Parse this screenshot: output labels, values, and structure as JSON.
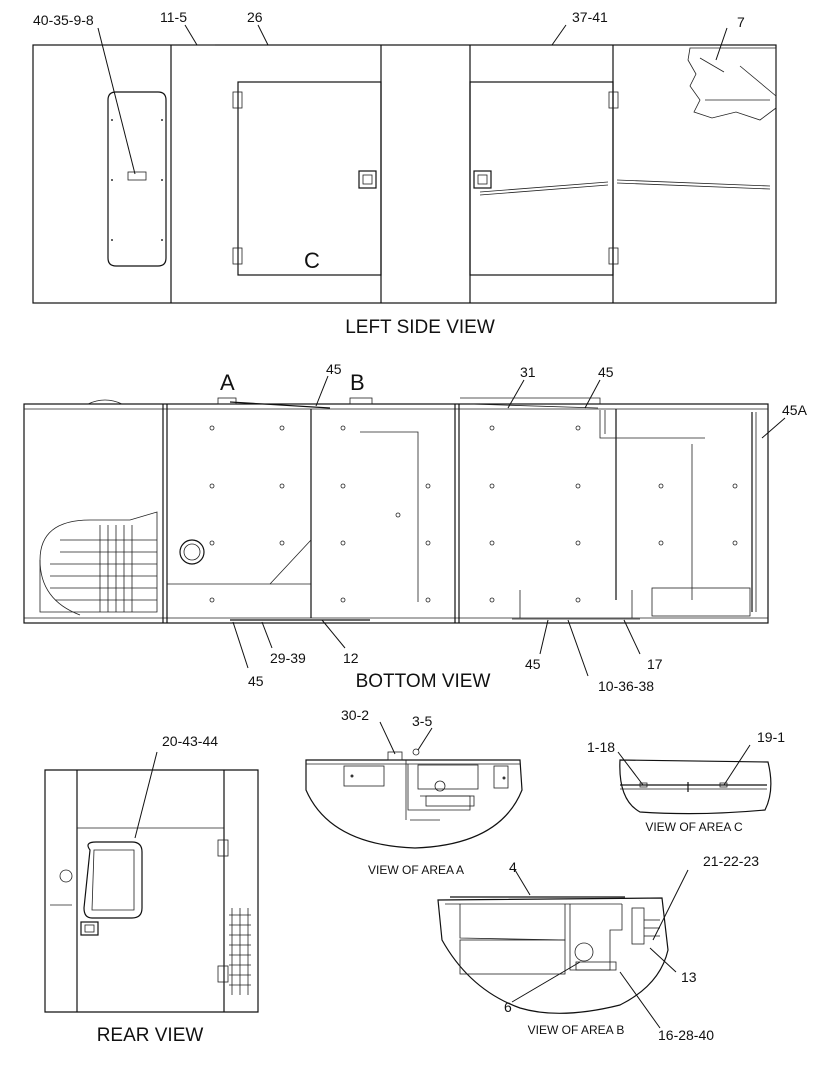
{
  "views": {
    "left_side": {
      "title": "LEFT SIDE VIEW",
      "callouts": [
        "40-35-9-8",
        "11-5",
        "26",
        "37-41",
        "7"
      ],
      "door_letter": "C"
    },
    "bottom": {
      "title": "BOTTOM VIEW",
      "letters": [
        "A",
        "B"
      ],
      "callouts_top": [
        "45",
        "31",
        "45",
        "45A"
      ],
      "callouts_bottom": [
        "45",
        "29-39",
        "12",
        "45",
        "10-36-38",
        "17"
      ]
    },
    "rear": {
      "title": "REAR VIEW",
      "callouts": [
        "20-43-44"
      ]
    },
    "area_a": {
      "title": "VIEW OF AREA A",
      "callouts": [
        "30-2",
        "3-5"
      ]
    },
    "area_b": {
      "title": "VIEW OF AREA B",
      "callouts": [
        "4",
        "21-22-23",
        "13",
        "6",
        "16-28-40"
      ]
    },
    "area_c": {
      "title": "VIEW OF AREA C",
      "callouts": [
        "1-18",
        "19-1"
      ]
    }
  }
}
